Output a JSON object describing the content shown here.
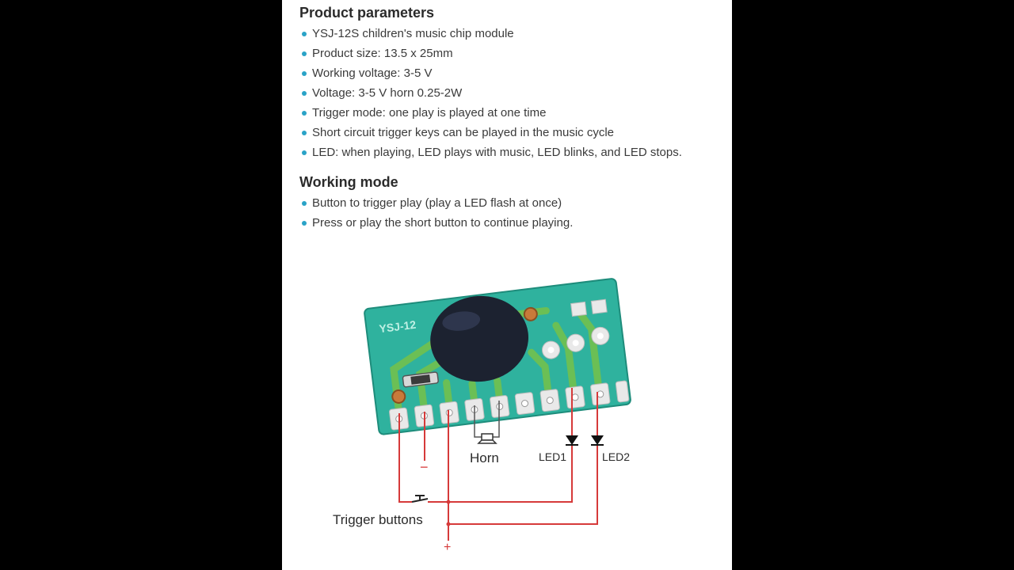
{
  "product_parameters": {
    "heading": "Product parameters",
    "items": [
      "YSJ-12S children's music chip module",
      "Product size: 13.5 x 25mm",
      "Working voltage: 3-5 V",
      "Voltage: 3-5 V horn 0.25-2W",
      "Trigger mode: one play is played at one time",
      "Short circuit trigger keys can be played in the music cycle",
      "LED: when playing, LED plays with music, LED blinks, and LED stops."
    ]
  },
  "working_mode": {
    "heading": "Working mode",
    "items": [
      "Button to trigger play (play a LED flash at once)",
      "Press or play the short button to continue playing."
    ]
  },
  "diagram": {
    "board_marking": "YSJ-12",
    "horn_label": "Horn",
    "led1_label": "LED1",
    "led2_label": "LED2",
    "trigger_label": "Trigger buttons",
    "minus_label": "−",
    "plus_label": "+"
  },
  "colors": {
    "page_background": "#000000",
    "sheet_background": "#ffffff",
    "bullet": "#2aa3c7",
    "pcb_green": "#2fb29e",
    "pcb_trace": "#6bbf55",
    "wire_red": "#d63a3a",
    "chip_blob": "#1c2230"
  }
}
